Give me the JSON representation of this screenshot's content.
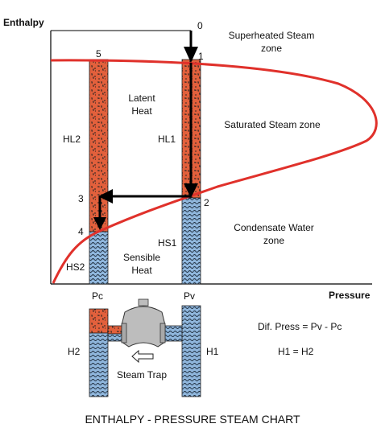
{
  "axes": {
    "y_label": "Enthalpy",
    "x_label": "Pressure"
  },
  "zones": {
    "superheated_line1": "Superheated Steam",
    "superheated_line2": "zone",
    "saturated": "Saturated Steam zone",
    "condensate_line1": "Condensate Water",
    "condensate_line2": "zone"
  },
  "points": {
    "p0": "0",
    "p1": "1",
    "p2": "2",
    "p3": "3",
    "p4": "4",
    "p5": "5"
  },
  "column_labels": {
    "hl2": "HL2",
    "hl1": "HL1",
    "hs2": "HS2",
    "hs1": "HS1",
    "latent_line1": "Latent",
    "latent_line2": "Heat",
    "sensible_line1": "Sensible",
    "sensible_line2": "Heat",
    "pc": "Pc",
    "pv": "Pv"
  },
  "trap": {
    "h2": "H2",
    "h1": "H1",
    "steam_trap": "Steam Trap",
    "dif_press": "Dif. Press = Pv - Pc",
    "h_equal": "H1 = H2"
  },
  "caption": "ENTHALPY - PRESSURE STEAM CHART",
  "colors": {
    "curve": "#e0312b",
    "steam": "#e2603c",
    "water": "#8fb6dc",
    "valve": "#bdbdbd"
  }
}
